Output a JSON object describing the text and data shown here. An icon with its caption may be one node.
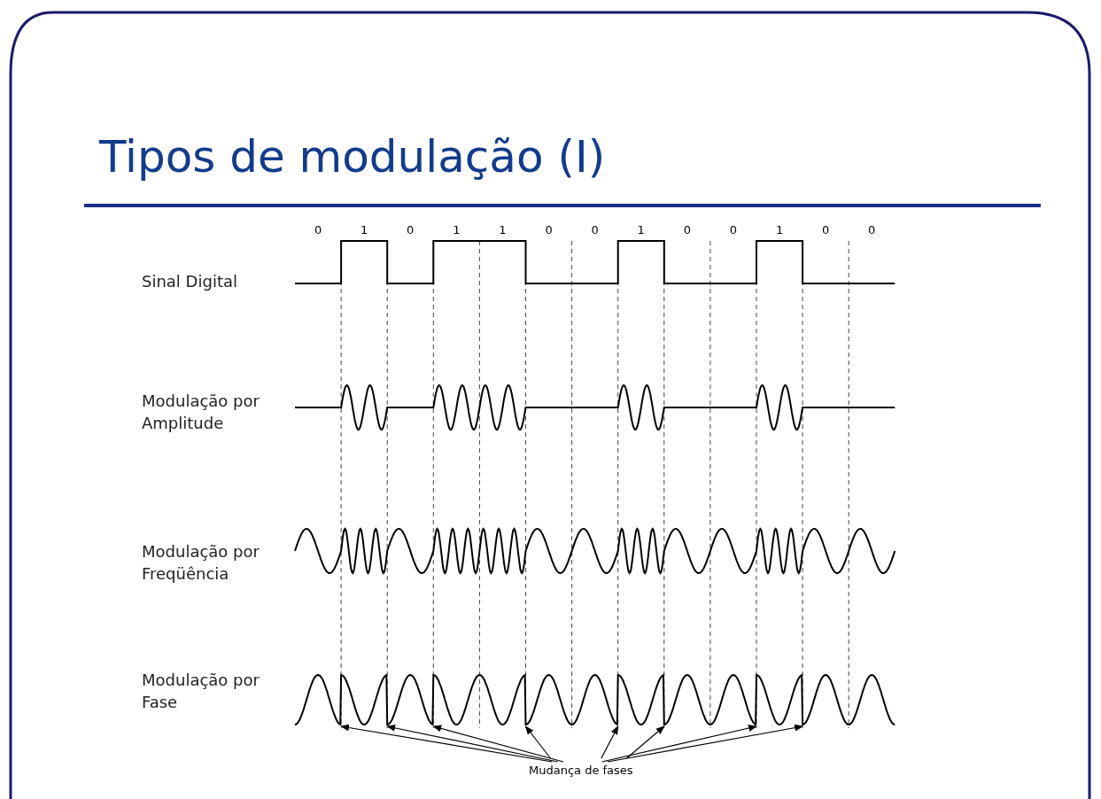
{
  "diagram": {
    "title": "Tipos de modulação (I)",
    "nodes": [
      {
        "text": [
          "Mudança de fases"
        ]
      },
      {
        "text": [],
        "shape": "picture"
      }
    ],
    "edges": [
      {
        "from": 0,
        "to": 1,
        "arrow": "to"
      },
      {
        "from": 0,
        "to": 1,
        "arrow": "to"
      },
      {
        "from": 0,
        "to": 1,
        "arrow": "to"
      },
      {
        "from": 0,
        "to": 1,
        "arrow": "to"
      },
      {
        "from": 0,
        "to": 1,
        "arrow": "to"
      },
      {
        "from": 0,
        "to": 1,
        "arrow": "to"
      },
      {
        "from": 0,
        "to": 1,
        "arrow": "to"
      },
      {
        "from": 0,
        "to": 1,
        "arrow": "to"
      }
    ],
    "labels": [
      "0",
      "1",
      "0",
      "1",
      "1",
      "0",
      "0",
      "1",
      "0",
      "0",
      "1",
      "0",
      "0",
      "Sinal Digital",
      "Modulação por Amplitude",
      "Modulação por Freqüência",
      "Modulação por Fase"
    ]
  }
}
